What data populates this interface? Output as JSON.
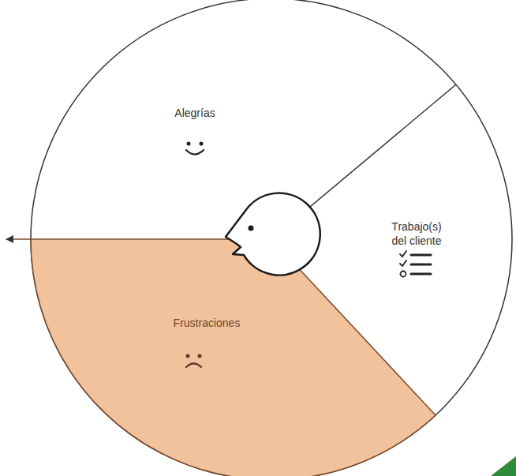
{
  "diagram": {
    "nodes": [
      {
        "text": [
          "Alegrías"
        ]
      },
      {
        "text": [
          "Trabajo(s) del cliente"
        ]
      },
      {
        "text": [
          "Frustraciones"
        ]
      }
    ]
  }
}
